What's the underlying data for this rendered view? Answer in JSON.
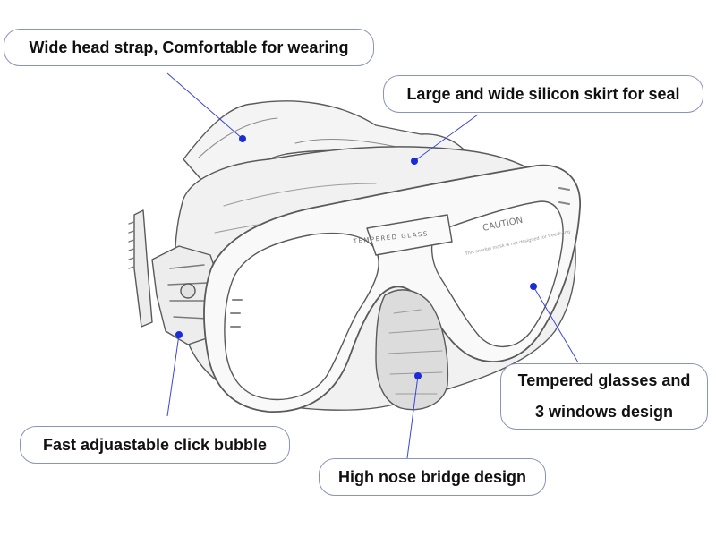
{
  "colors": {
    "leader_line": "#3b45d6",
    "marker": "#1a2bd8",
    "callout_border": "#8c93b8",
    "sketch_stroke": "#5a5a5a"
  },
  "callouts": {
    "strap": "Wide head strap, Comfortable for wearing",
    "skirt": "Large and wide silicon skirt for seal",
    "glass_line1": "Tempered glasses and",
    "glass_line2": "3 windows design",
    "click": "Fast adjuastable click bubble",
    "nose": "High nose bridge design"
  },
  "engravings": {
    "glass": "TEMPERED GLASS",
    "caution_title": "CAUTION",
    "caution_body": "This snorkel mask is not designed for freediving"
  }
}
